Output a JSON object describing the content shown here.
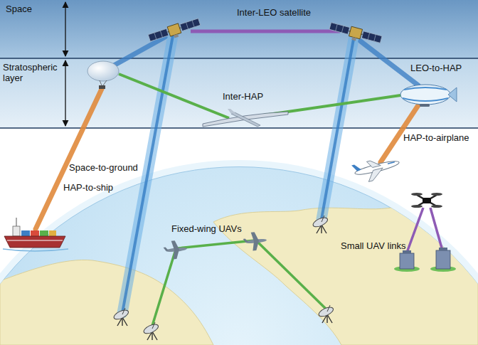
{
  "diagram": {
    "nodes": [
      {
        "text": [
          "Space"
        ]
      },
      {
        "text": [
          "Stratospheric layer"
        ]
      }
    ],
    "labels": [
      "Inter-LEO satellite",
      "LEO-to-HAP",
      "Inter-HAP",
      "HAP-to-ship",
      "HAP-to-airplane",
      "Space-to-ground",
      "Fixed-wing UAVs",
      "Small UAV links"
    ]
  }
}
